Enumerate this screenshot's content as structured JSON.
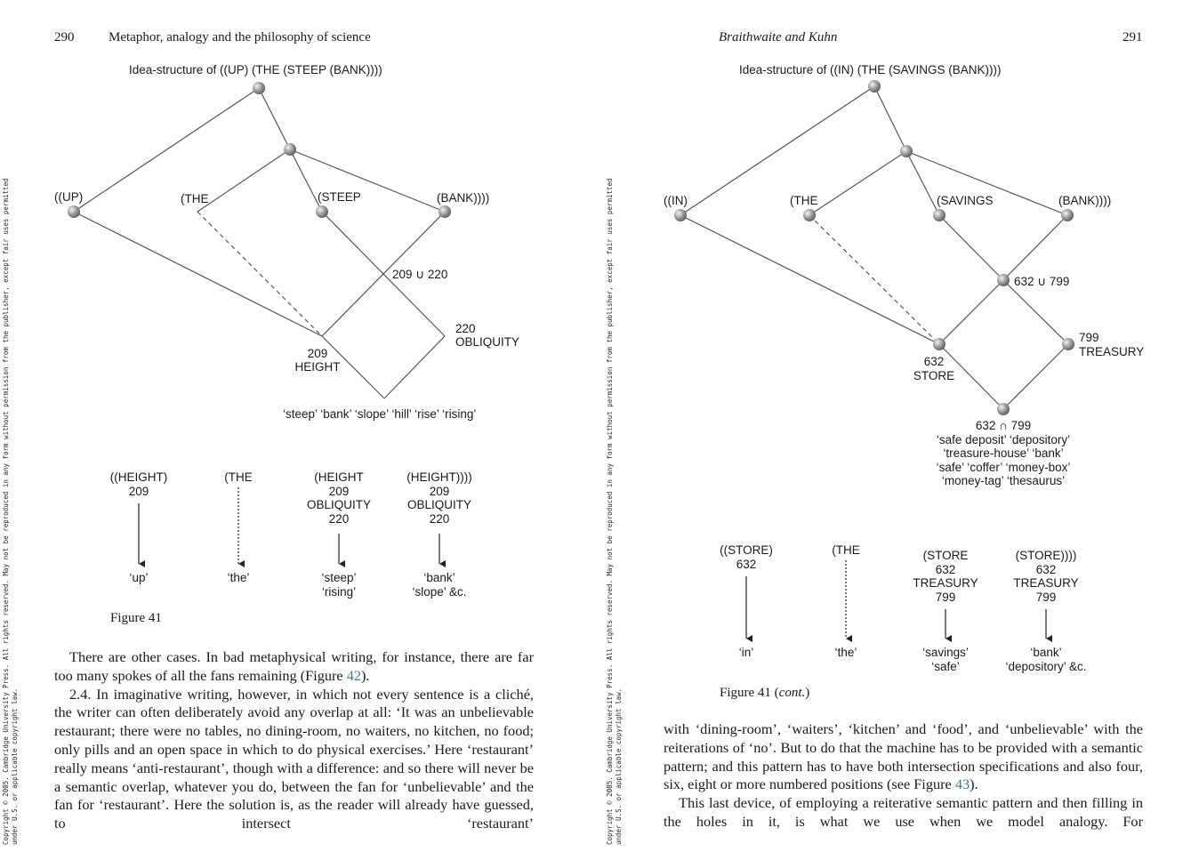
{
  "copyright_vertical": [
    "Copyright © 2005. Cambridge University Press. All rights reserved. May not be reproduced in any form without permission from the publisher, except fair uses permitted",
    "under U.S. or applicable copyright law."
  ],
  "left_page": {
    "page_number": "290",
    "running_head": "Metaphor, analogy and the philosophy of science",
    "diagram_title": "Idea-structure of ((UP) (THE (STEEP (BANK))))",
    "nodes": {
      "up": "((UP)",
      "the": "(THE",
      "steep": "(STEEP",
      "bank": "(BANK))))",
      "union": "209 ∪ 220",
      "obliquity_num": "220",
      "obliquity": "OBLIQUITY",
      "height_num": "209",
      "height": "HEIGHT",
      "words": "‘steep’ ‘bank’ ‘slope’ ‘hill’ ‘rise’ ‘rising’"
    },
    "columns": [
      {
        "top": [
          "((HEIGHT)",
          "209"
        ],
        "bottom": [
          "‘up’"
        ]
      },
      {
        "top": [
          "(THE"
        ],
        "bottom": [
          "‘the’"
        ]
      },
      {
        "top": [
          "(HEIGHT",
          "209",
          "OBLIQUITY",
          "220"
        ],
        "bottom": [
          "‘steep’",
          "‘rising’"
        ]
      },
      {
        "top": [
          "(HEIGHT))))",
          "209",
          "OBLIQUITY",
          "220"
        ],
        "bottom": [
          "‘bank’",
          "‘slope’ &c."
        ]
      }
    ],
    "caption": "Figure 41",
    "paragraphs": [
      "There are other cases. In bad metaphysical writing, for instance, there are far too many spokes of all the fans remaining (Figure ",
      "42",
      ").",
      "2.4. In imaginative writing, however, in which not every sentence is a cliché, the writer can often deliberately avoid any overlap at all: ‘It was an unbelievable restaurant; there were no tables, no dining-room, no waiters, no kitchen, no food; only pills and an open space in which to do physical exercises.’ Here ‘restaurant’ really means ‘anti-restaurant’, though with a difference: and so there will never be a semantic overlap, whatever you do, between the fan for ‘unbelievable’ and the fan for ‘restaurant’. Here the solution is, as the reader will already have guessed, to intersect ‘restaurant’"
    ]
  },
  "right_page": {
    "page_number": "291",
    "running_head": "Braithwaite and Kuhn",
    "diagram_title": "Idea-structure of ((IN) (THE (SAVINGS (BANK))))",
    "nodes": {
      "in": "((IN)",
      "the": "(THE",
      "savings": "(SAVINGS",
      "bank": "(BANK))))",
      "union": "632 ∪ 799",
      "treasury_num": "799",
      "treasury": "TREASURY",
      "store_num": "632",
      "store": "STORE",
      "intersection": "632 ∩ 799",
      "words": [
        "‘safe deposit’ ‘depository’",
        "‘treasure-house’ ‘bank’",
        "‘safe’ ‘coffer’ ‘money-box’",
        "‘money-tag’ ‘thesaurus’"
      ]
    },
    "columns": [
      {
        "top": [
          "((STORE)",
          "632"
        ],
        "bottom": [
          "‘in’"
        ]
      },
      {
        "top": [
          "(THE"
        ],
        "bottom": [
          "‘the’"
        ]
      },
      {
        "top": [
          "(STORE",
          "632",
          "TREASURY",
          "799"
        ],
        "bottom": [
          "‘savings’",
          "‘safe’"
        ]
      },
      {
        "top": [
          "(STORE))))",
          "632",
          "TREASURY",
          "799"
        ],
        "bottom": [
          "‘bank’",
          "‘depository’ &c."
        ]
      }
    ],
    "caption_main": "Figure 41 (",
    "caption_italic": "cont.",
    "caption_end": ")",
    "paragraphs": [
      "with ‘dining-room’, ‘waiters’, ‘kitchen’ and ‘food’, and ‘unbelievable’ with the reiterations of ‘no’. But to do that the machine has to be provided with a semantic pattern; and this pattern has to have both intersection specifications and also four, six, eight or more numbered positions (see Figure ",
      "43",
      ").",
      "This last device, of employing a reiterative semantic pattern and then filling in the holes in it, is what we use when we model analogy. For"
    ]
  }
}
